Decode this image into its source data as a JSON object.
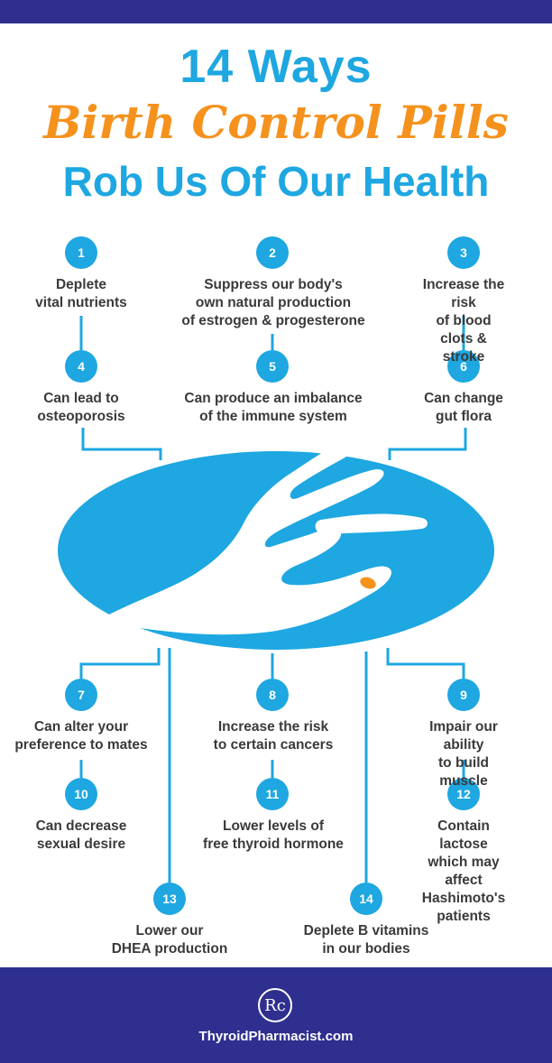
{
  "header": {
    "line1": "14 Ways",
    "line2": "Birth Control Pills",
    "line3": "Rob Us Of Our Health"
  },
  "items": [
    {
      "num": "1",
      "text": "Deplete\nvital nutrients"
    },
    {
      "num": "2",
      "text": "Suppress our body's\nown natural production\nof estrogen & progesterone"
    },
    {
      "num": "3",
      "text": "Increase the risk\nof blood clots & stroke"
    },
    {
      "num": "4",
      "text": "Can lead to\nosteoporosis"
    },
    {
      "num": "5",
      "text": "Can produce an imbalance\nof the immune system"
    },
    {
      "num": "6",
      "text": "Can change\ngut flora"
    },
    {
      "num": "7",
      "text": "Can alter your\npreference to mates"
    },
    {
      "num": "8",
      "text": "Increase the risk\nto certain cancers"
    },
    {
      "num": "9",
      "text": "Impair our ability\nto build muscle"
    },
    {
      "num": "10",
      "text": "Can decrease\nsexual desire"
    },
    {
      "num": "11",
      "text": "Lower levels of\nfree thyroid hormone"
    },
    {
      "num": "12",
      "text": "Contain lactose\nwhich may affect\nHashimoto's patients"
    },
    {
      "num": "13",
      "text": "Lower our\nDHEA production"
    },
    {
      "num": "14",
      "text": "Deplete B vitamins\nin our bodies"
    }
  ],
  "footer": {
    "logo_text": "Rc",
    "site": "ThyroidPharmacist.com"
  },
  "colors": {
    "primary_blue": "#1ea7e1",
    "accent_orange": "#f5921e",
    "navy": "#2e2f8e",
    "text": "#3a3a3a"
  }
}
